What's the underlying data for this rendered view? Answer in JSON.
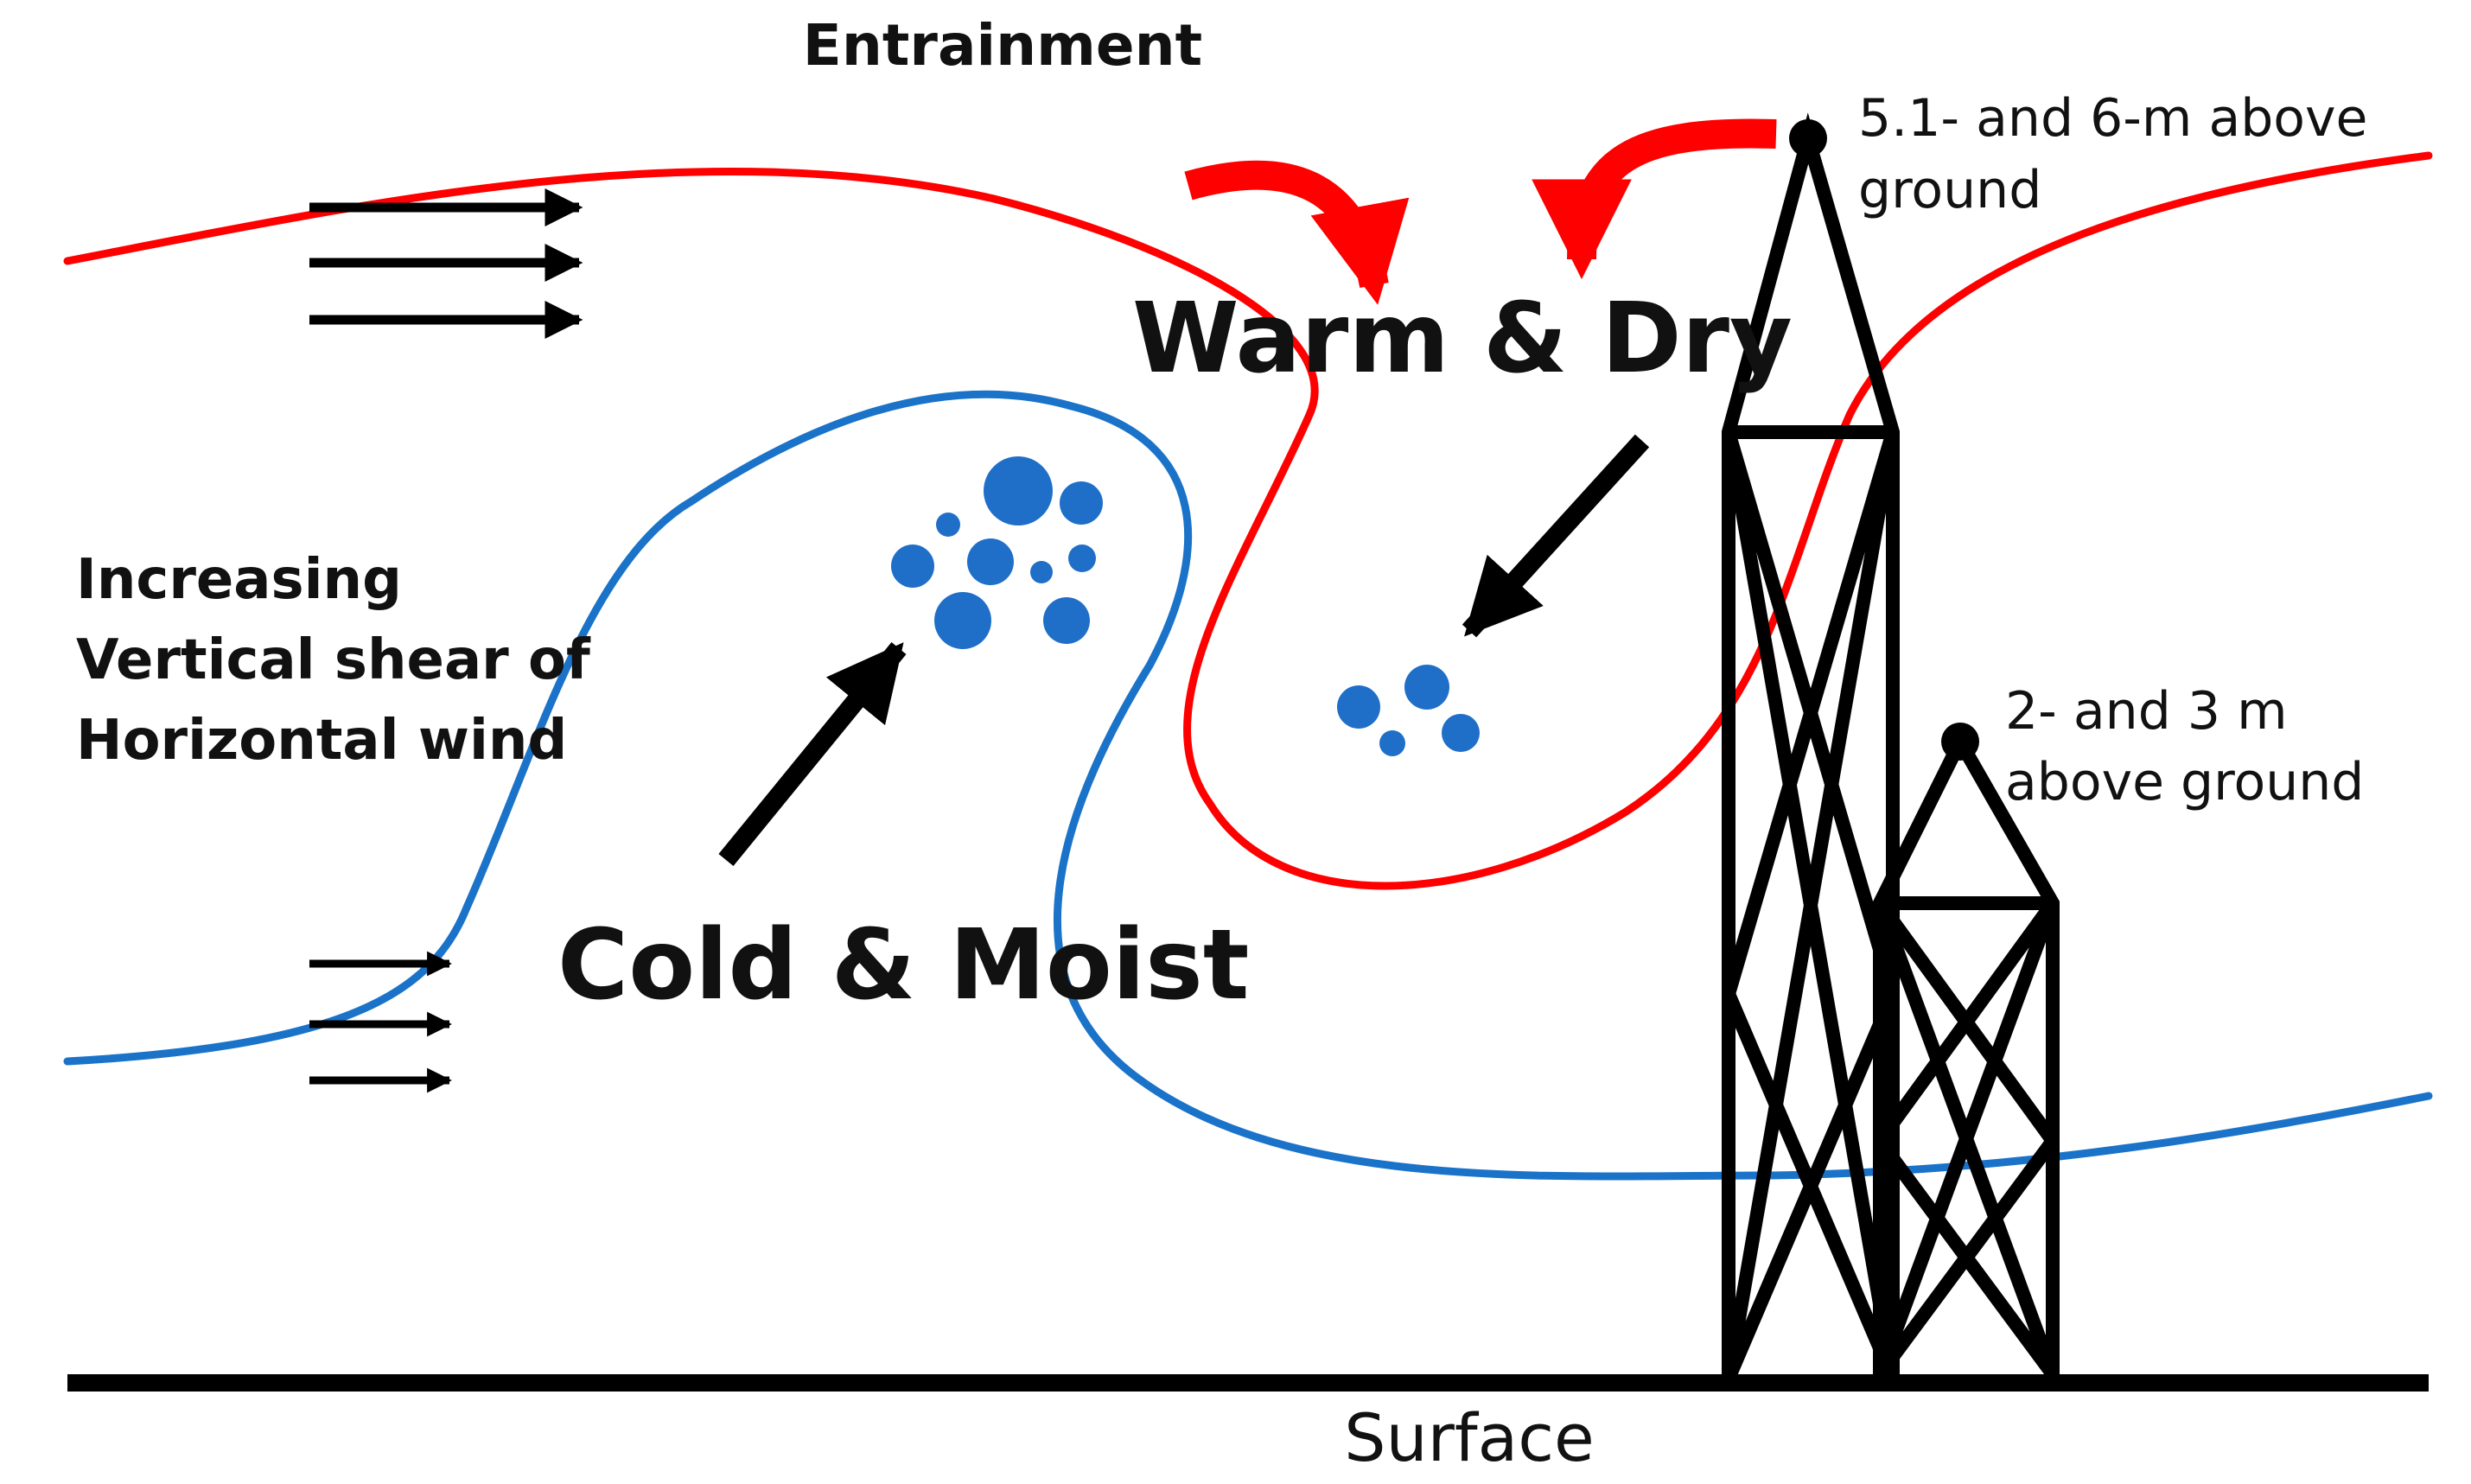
{
  "labels": {
    "entrainment": "Entrainment",
    "warm_dry": "Warm & Dry",
    "cold_moist": "Cold & Moist",
    "shear_line1": "Increasing",
    "shear_line2": "Vertical shear of",
    "shear_line3": "Horizontal wind",
    "tall_tower_line1": "5.1- and 6-m above",
    "tall_tower_line2": "ground",
    "short_tower_line1": "2- and 3 m",
    "short_tower_line2": "above ground",
    "surface": "Surface"
  },
  "colors": {
    "warm_line": "#ff0000",
    "cold_line": "#1a73c8",
    "droplet": "#1f6fc9",
    "arrow": "#000000",
    "tower": "#000000",
    "text": "#111111"
  },
  "icons": {
    "wind_arrows_upper": "right-arrow-icon",
    "wind_arrows_lower": "right-arrow-icon",
    "entrainment_arrows": "curved-down-arrow-icon",
    "flow_arrows": "diagonal-arrow-icon",
    "towers": "lattice-tower-icon",
    "droplets": "droplet-icon"
  }
}
